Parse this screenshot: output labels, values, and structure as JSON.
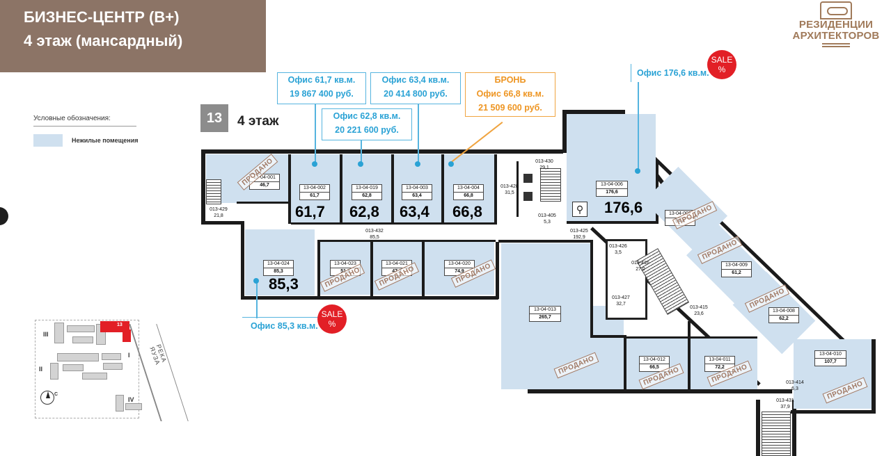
{
  "header": {
    "line1": "БИЗНЕС-ЦЕНТР (В+)",
    "line2": "4 этаж (мансардный)"
  },
  "logo": {
    "line1": "РЕЗИДЕНЦИИ",
    "line2": "АРХИТЕКТОРОВ"
  },
  "legend": {
    "title": "Условные обозначения:",
    "item": "Нежилые помещения",
    "swatch_color": "#cfe0ef"
  },
  "floor": {
    "badge": "13",
    "title": "4 этаж"
  },
  "callouts": {
    "office_61_7": {
      "line1": "Офис 61,7 кв.м.",
      "line2": "19 867 400 руб."
    },
    "office_63_4": {
      "line1": "Офис 63,4 кв.м.",
      "line2": "20 414 800 руб."
    },
    "office_62_8": {
      "line1": "Офис 62,8 кв.м.",
      "line2": "20 221 600 руб."
    },
    "office_66_8": {
      "line0": "БРОНЬ",
      "line1": "Офис 66,8 кв.м.",
      "line2": "21 509 600 руб."
    },
    "office_176_6": {
      "line1": "Офис 176,6 кв.м."
    },
    "office_85_3": {
      "line1": "Офис 85,3 кв.м."
    }
  },
  "sale_badge": {
    "word": "SALE",
    "symbol": "%"
  },
  "sold_stamp": "ПРОДАНО",
  "rooms": {
    "r001": {
      "code": "13-04-001",
      "area": "46,7"
    },
    "r002": {
      "code": "13-04-002",
      "area": "61,7",
      "big": "61,7"
    },
    "r019": {
      "code": "13-04-019",
      "area": "62,8",
      "big": "62,8"
    },
    "r003": {
      "code": "13-04-003",
      "area": "63,4",
      "big": "63,4"
    },
    "r004": {
      "code": "13-04-004",
      "area": "66,8",
      "big": "66,8"
    },
    "r006": {
      "code": "13-04-006",
      "area": "176,6",
      "big": "176,6"
    },
    "r007": {
      "code": "13-04-007",
      "area": "54,4"
    },
    "r009": {
      "code": "13-04-009",
      "area": "61,2"
    },
    "r008": {
      "code": "13-04-008",
      "area": "62,2"
    },
    "r010": {
      "code": "13-04-010",
      "area": "107,7"
    },
    "r024": {
      "code": "13-04-024",
      "area": "85,3",
      "big": "85,3"
    },
    "r023": {
      "code": "13-04-023",
      "area": "51,3"
    },
    "r021": {
      "code": "13-04-021",
      "area": "47,2"
    },
    "r020": {
      "code": "13-04-020",
      "area": "74,9"
    },
    "r013": {
      "code": "13-04-013",
      "area": "265,7"
    },
    "r012": {
      "code": "13-04-012",
      "area": "66,5"
    },
    "r011": {
      "code": "13-04-011",
      "area": "72,2"
    }
  },
  "service": {
    "s429": {
      "code": "013-429",
      "area": "21,8"
    },
    "s432": {
      "code": "013-432",
      "area": "85,5"
    },
    "s430": {
      "code": "013-430",
      "area": "29,1"
    },
    "s428": {
      "code": "013-428",
      "area": "31,5"
    },
    "s405": {
      "code": "013-405",
      "area": "5,3"
    },
    "s425": {
      "code": "013-425",
      "area": "192,9"
    },
    "s426": {
      "code": "013-426",
      "area": "3,5"
    },
    "s416": {
      "code": "013-416",
      "area": "27,0"
    },
    "s427": {
      "code": "013-427",
      "area": "32,7"
    },
    "s415": {
      "code": "013-415",
      "area": "23,6"
    },
    "s414": {
      "code": "013-414",
      "area": "6,3"
    },
    "s431": {
      "code": "013-431",
      "area": "37,9"
    }
  },
  "minimap": {
    "river": "РЕКА ЯУЗА",
    "labels": [
      "III",
      "II",
      "I",
      "IV"
    ],
    "bld_no": "13",
    "compass": "С",
    "highlight_color": "#e21f26"
  }
}
